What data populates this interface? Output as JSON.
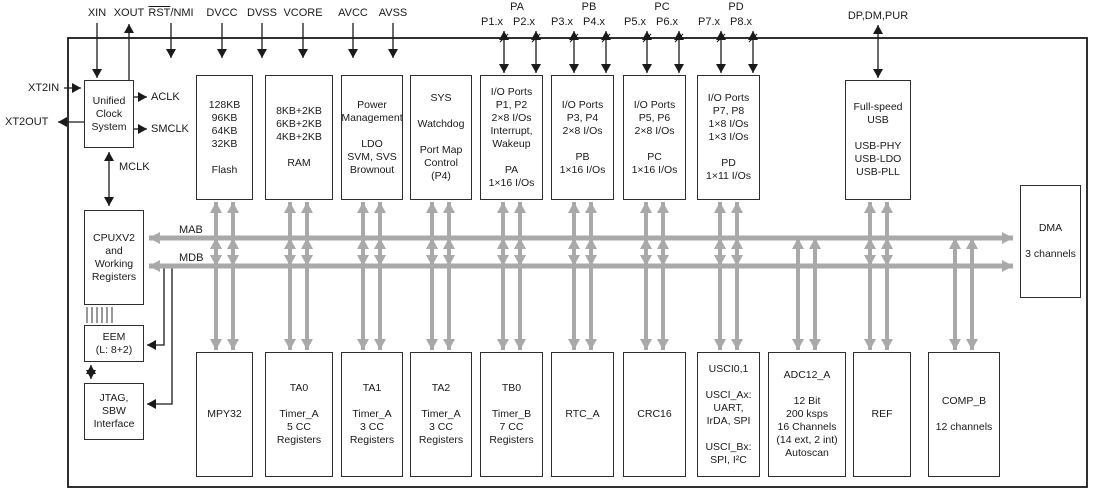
{
  "colors": {
    "bus": "#a9a9a9",
    "ink": "#1a1a1a",
    "background": "#ffffff"
  },
  "pins": {
    "xin": "XIN",
    "xout": "XOUT",
    "rst_over": "RST",
    "rst_rest": "/NMI",
    "dvcc": "DVCC",
    "dvss": "DVSS",
    "vcore": "VCORE",
    "avcc": "AVCC",
    "avss": "AVSS",
    "pa": "PA",
    "pb": "PB",
    "pc": "PC",
    "pd": "PD",
    "p1": "P1.x",
    "p2": "P2.x",
    "p3": "P3.x",
    "p4": "P4.x",
    "p5": "P5.x",
    "p6": "P6.x",
    "p7": "P7.x",
    "p8": "P8.x",
    "usb": "DP,DM,PUR",
    "xt2in": "XT2IN",
    "xt2out": "XT2OUT"
  },
  "signals": {
    "aclk": "ACLK",
    "smclk": "SMCLK",
    "mclk": "MCLK",
    "mab": "MAB",
    "mdb": "MDB"
  },
  "blocks": {
    "ucs": {
      "lines": [
        "Unified",
        "Clock",
        "System"
      ]
    },
    "flash": {
      "lines": [
        "128KB",
        "96KB",
        "64KB",
        "32KB",
        "",
        "Flash"
      ]
    },
    "ram": {
      "lines": [
        "8KB+2KB",
        "6KB+2KB",
        "4KB+2KB",
        "",
        "RAM"
      ]
    },
    "pmm": {
      "lines": [
        "Power",
        "Management",
        "",
        "LDO",
        "SVM, SVS",
        "Brownout"
      ]
    },
    "sys": {
      "lines": [
        "SYS",
        "",
        "Watchdog",
        "",
        "Port Map",
        "Control",
        "(P4)"
      ]
    },
    "io12": {
      "lines": [
        "I/O Ports",
        "P1, P2",
        "2×8 I/Os",
        "Interrupt,",
        "Wakeup",
        "",
        "PA",
        "1×16 I/Os"
      ]
    },
    "io34": {
      "lines": [
        "I/O Ports",
        "P3, P4",
        "2×8 I/Os",
        "",
        "PB",
        "1×16 I/Os"
      ]
    },
    "io56": {
      "lines": [
        "I/O Ports",
        "P5, P6",
        "2×8 I/Os",
        "",
        "PC",
        "1×16 I/Os"
      ]
    },
    "io78": {
      "lines": [
        "I/O Ports",
        "P7, P8",
        "1×8 I/Os",
        "1×3 I/Os",
        "",
        "PD",
        "1×11 I/Os"
      ]
    },
    "usb": {
      "lines": [
        "Full-speed",
        "USB",
        "",
        "USB-PHY",
        "USB-LDO",
        "USB-PLL"
      ]
    },
    "cpu": {
      "lines": [
        "CPUXV2",
        "and",
        "Working",
        "Registers"
      ]
    },
    "eem": {
      "lines": [
        "EEM",
        "(L: 8+2)"
      ]
    },
    "jtag": {
      "lines": [
        "JTAG,",
        "SBW",
        "Interface"
      ]
    },
    "dma": {
      "lines": [
        "DMA",
        "",
        "3 channels"
      ]
    },
    "mpy": {
      "lines": [
        "MPY32"
      ]
    },
    "ta0": {
      "lines": [
        "TA0",
        "",
        "Timer_A",
        "5 CC",
        "Registers"
      ]
    },
    "ta1": {
      "lines": [
        "TA1",
        "",
        "Timer_A",
        "3 CC",
        "Registers"
      ]
    },
    "ta2": {
      "lines": [
        "TA2",
        "",
        "Timer_A",
        "3 CC",
        "Registers"
      ]
    },
    "tb0": {
      "lines": [
        "TB0",
        "",
        "Timer_B",
        "7 CC",
        "Registers"
      ]
    },
    "rtc": {
      "lines": [
        "RTC_A"
      ]
    },
    "crc": {
      "lines": [
        "CRC16"
      ]
    },
    "usci": {
      "lines": [
        "USCI0,1",
        "",
        "USCI_Ax:",
        "UART,",
        "IrDA, SPI",
        "",
        "USCI_Bx:",
        "SPI, I²C"
      ]
    },
    "adc": {
      "lines": [
        "ADC12_A",
        "",
        "12 Bit",
        "200 ksps",
        "16 Channels",
        "(14 ext, 2 int)",
        "Autoscan"
      ]
    },
    "ref": {
      "lines": [
        "REF"
      ]
    },
    "comp": {
      "lines": [
        "COMP_B",
        "",
        "12 channels"
      ]
    }
  }
}
